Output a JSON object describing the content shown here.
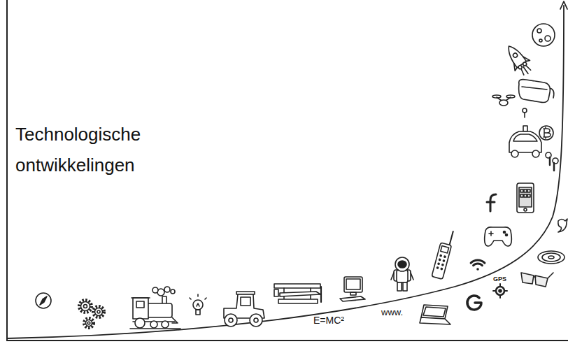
{
  "diagram": {
    "labels": [
      "Technologische ontwikkelingen",
      "E=MC²",
      "www.",
      "GPS"
    ]
  }
}
